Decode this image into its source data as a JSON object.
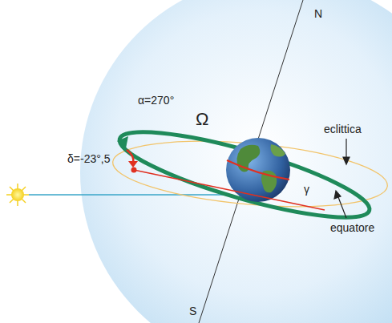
{
  "diagram": {
    "labels": [
      "N",
      "α=270°",
      "Ω",
      "eclittica",
      "δ=-23°,5",
      "γ",
      "equatore",
      "S"
    ]
  }
}
